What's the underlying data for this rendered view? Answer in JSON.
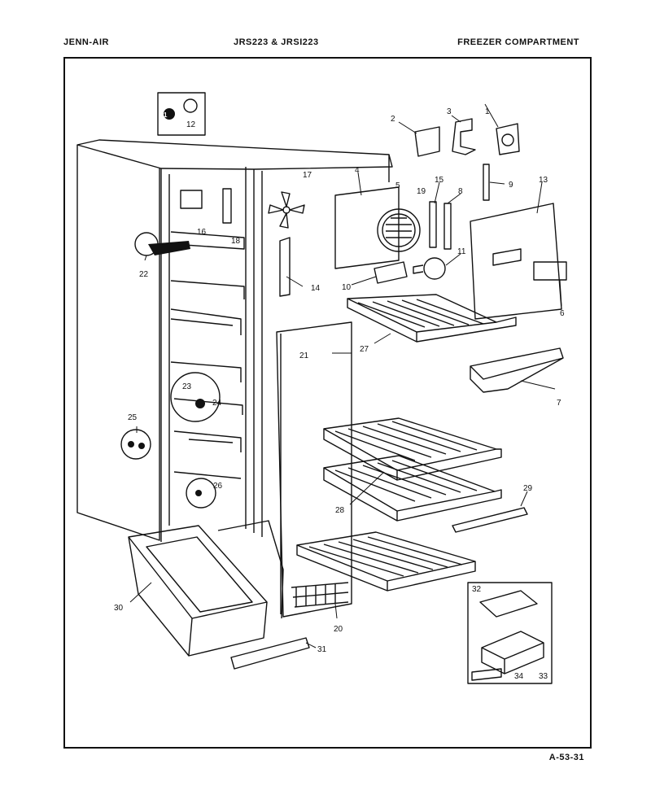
{
  "header": {
    "brand": "JENN-AIR",
    "model": "JRS223 & JRSI223",
    "section": "FREEZER COMPARTMENT"
  },
  "footer": {
    "code": "A-53-31"
  },
  "callouts": [
    "1",
    "2",
    "3",
    "4",
    "5",
    "6",
    "7",
    "8",
    "9",
    "10",
    "11",
    "12",
    "13",
    "14",
    "15",
    "16",
    "17",
    "18",
    "19",
    "20",
    "21",
    "22",
    "23",
    "24",
    "25",
    "26",
    "27",
    "28",
    "29",
    "30",
    "31",
    "32",
    "33",
    "34",
    "1"
  ],
  "colors": {
    "ink": "#111111",
    "paper": "#ffffff"
  }
}
